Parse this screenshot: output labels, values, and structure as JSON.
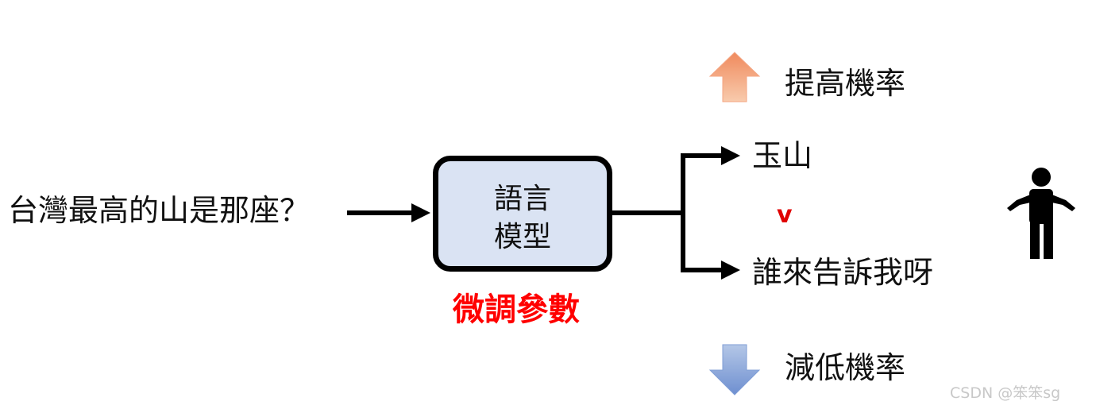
{
  "question": "台灣最高的山是那座？",
  "model": {
    "line1": "語言",
    "line2": "模型"
  },
  "tuning_label": "微調參數",
  "outputs": {
    "preferred": "玉山",
    "comparison_symbol": "v",
    "rejected": "誰來告訴我呀"
  },
  "probability": {
    "increase": "提高機率",
    "decrease": "減低機率"
  },
  "watermark": "CSDN @笨笨sg",
  "colors": {
    "model_fill": "#dae3f3",
    "tuning_text": "#ff0000",
    "up_arrow": "#f4b183",
    "down_arrow": "#8faadc"
  }
}
